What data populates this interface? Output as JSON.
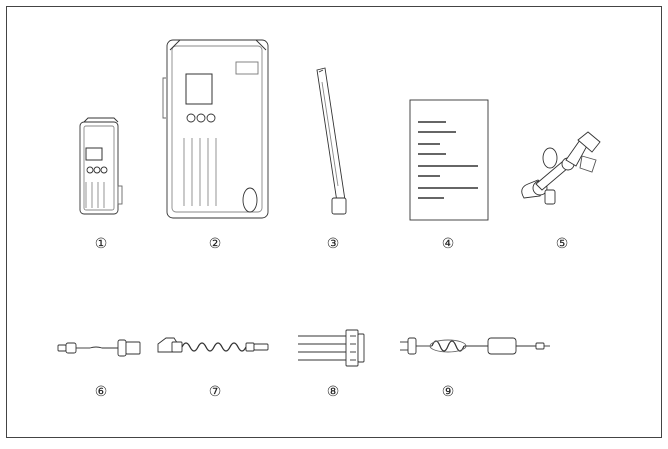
{
  "labels": [
    "①",
    "②",
    "③",
    "④",
    "⑤",
    "⑥",
    "⑦",
    "⑧",
    "⑨"
  ],
  "colors": {
    "ink": "#333333",
    "light": "#9a9a9a",
    "paper": "#ffffff",
    "border": "#444444"
  }
}
